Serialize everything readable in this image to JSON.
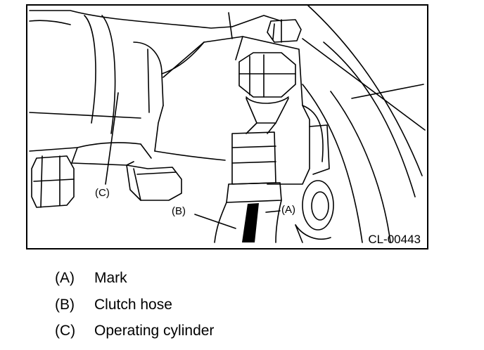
{
  "figure": {
    "id": "CL-00443",
    "callouts": {
      "a": "(A)",
      "b": "(B)",
      "c": "(C)"
    }
  },
  "legend": [
    {
      "key": "(A)",
      "text": "Mark"
    },
    {
      "key": "(B)",
      "text": "Clutch hose"
    },
    {
      "key": "(C)",
      "text": "Operating cylinder"
    }
  ]
}
